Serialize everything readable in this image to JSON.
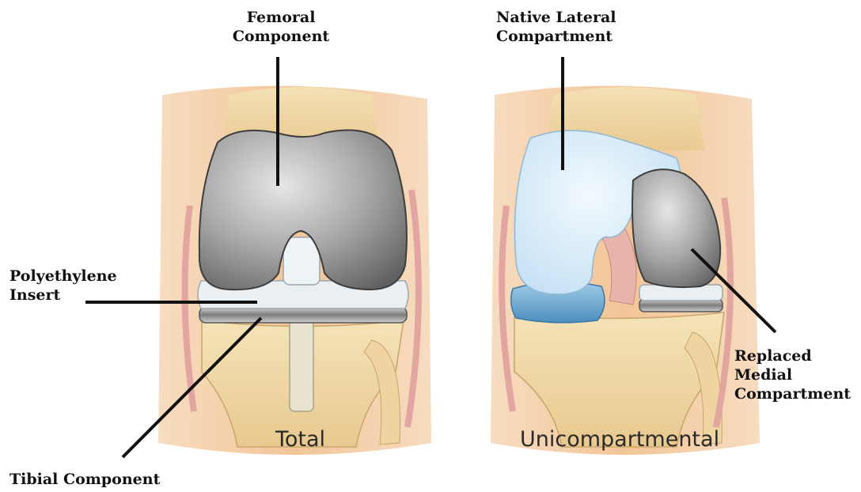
{
  "labels": {
    "femoral_line1": "Femoral",
    "femoral_line2": "Component",
    "lateral_line1": "Native Lateral",
    "lateral_line2": "Compartment",
    "poly_line1": "Polyethylene",
    "poly_line2": "Insert",
    "replaced_line1": "Replaced",
    "replaced_line2": "Medial",
    "replaced_line3": "Compartment",
    "tibial": "Tibial Component"
  },
  "panels": {
    "left": "Total",
    "right": "Unicompartmental"
  },
  "colors": {
    "background": "#ffffff",
    "skin": "#f2c59a",
    "bone": "#f0d9a6",
    "metal": "#8f8f8f",
    "polyethylene": "#dfe6ea",
    "native_cartilage": "#d6ebf8",
    "meniscus": "#6ea9d0",
    "ligament": "#e2a5a0",
    "line": "#111111"
  }
}
